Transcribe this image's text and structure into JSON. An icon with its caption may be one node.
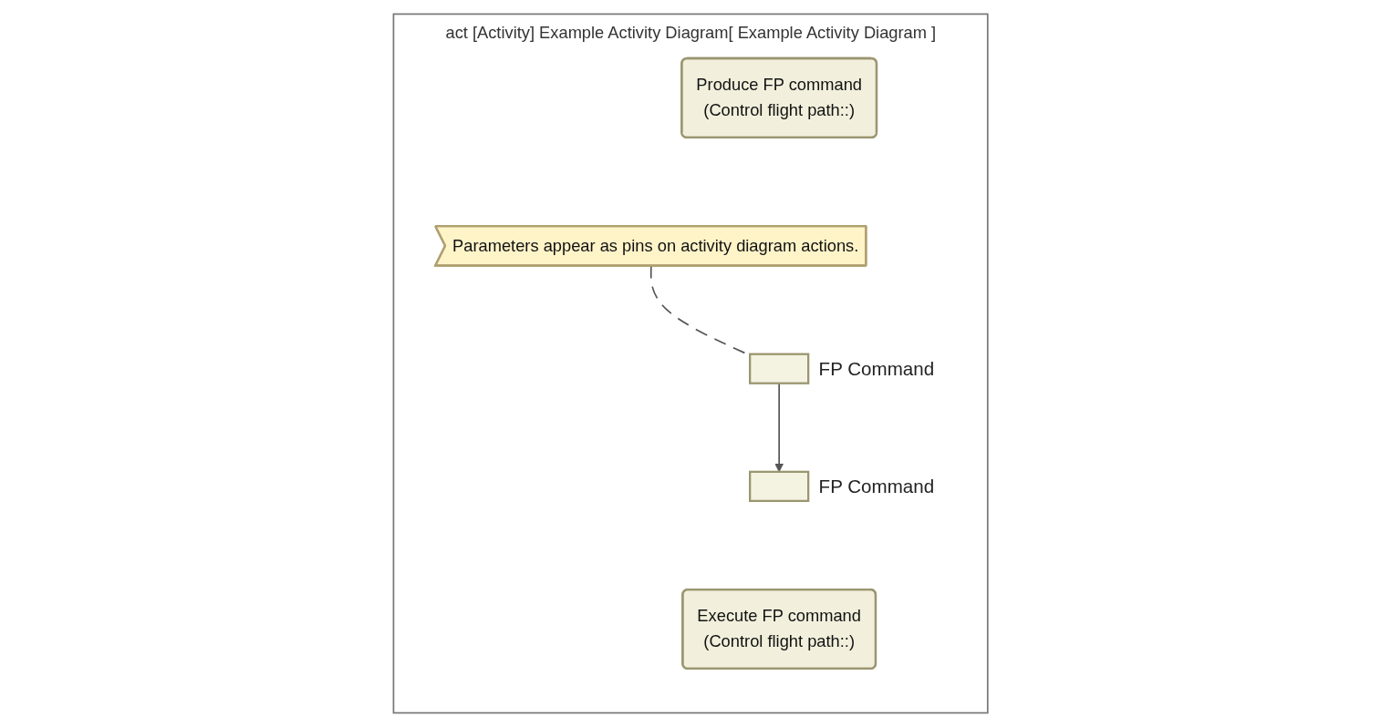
{
  "diagram": {
    "nodes": [
      {
        "text": [
          "act [Activity] Example Activity Diagram[ Example Activity Diagram ]"
        ]
      },
      {
        "text": [
          "Produce FP command",
          "(Control flight path::)"
        ],
        "in": 0
      },
      {
        "text": [],
        "shape": "box",
        "beside": [
          "FP Command"
        ],
        "in": 0
      },
      {
        "text": [],
        "shape": "box",
        "beside": [
          "FP Command"
        ],
        "in": 0
      },
      {
        "text": [
          "Execute FP command",
          "(Control flight path::)"
        ],
        "in": 0
      },
      {
        "text": [
          "Parameters appear as pins on activity diagram actions."
        ],
        "in": 0
      }
    ],
    "edges": [
      {
        "from": 2,
        "to": 3,
        "arrow": "to"
      },
      {
        "from": 5,
        "to": 2,
        "arrow": "none",
        "style": "dashed"
      }
    ]
  }
}
